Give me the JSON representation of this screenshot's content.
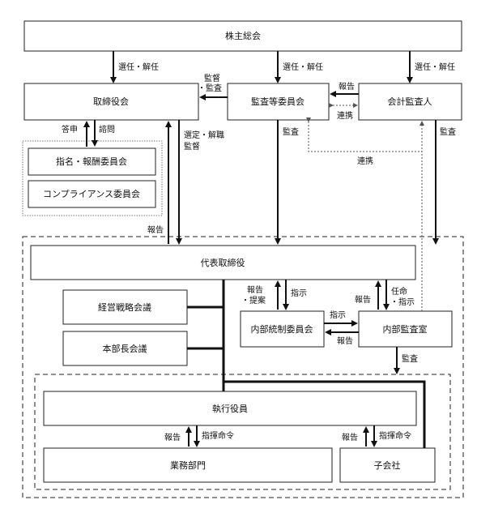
{
  "boxes": {
    "shareholders": "株主総会",
    "board": "取締役会",
    "audit_committee": "監査等委員会",
    "accounting_auditor": "会計監査人",
    "nomination_committee": "指名・報酬委員会",
    "compliance_committee": "コンプライアンス委員会",
    "president": "代表取締役",
    "strategy_meeting": "経営戦略会議",
    "division_meeting": "本部長会議",
    "internal_control_committee": "内部統制委員会",
    "internal_audit": "内部監査室",
    "executive_officers": "執行役員",
    "business_divisions": "業務部門",
    "subsidiaries": "子会社"
  },
  "labels": {
    "appoint_dismiss_1": "選任・解任",
    "appoint_dismiss_2": "選任・解任",
    "appoint_dismiss_3": "選任・解任",
    "supervise_audit_1": "監督",
    "supervise_audit_2": "・監査",
    "report_ca_ac": "報告",
    "cooperation_ca_ac": "連携",
    "answer": "答申",
    "consult": "諮問",
    "select_dismiss": "選定・解職",
    "supervise": "監督",
    "audit_ac": "監査",
    "audit_ca": "監査",
    "cooperation_long": "連携",
    "report_board": "報告",
    "report_propose_1": "報告",
    "report_propose_2": "・提案",
    "instruct_1": "指示",
    "report_ia": "報告",
    "appoint_instruct_1": "任命",
    "appoint_instruct_2": "・指示",
    "instruct_2": "指示",
    "report_icc": "報告",
    "audit_ia": "監査",
    "report_bd": "報告",
    "command_bd": "指揮命令",
    "report_sub": "報告",
    "command_sub": "指揮命令"
  }
}
